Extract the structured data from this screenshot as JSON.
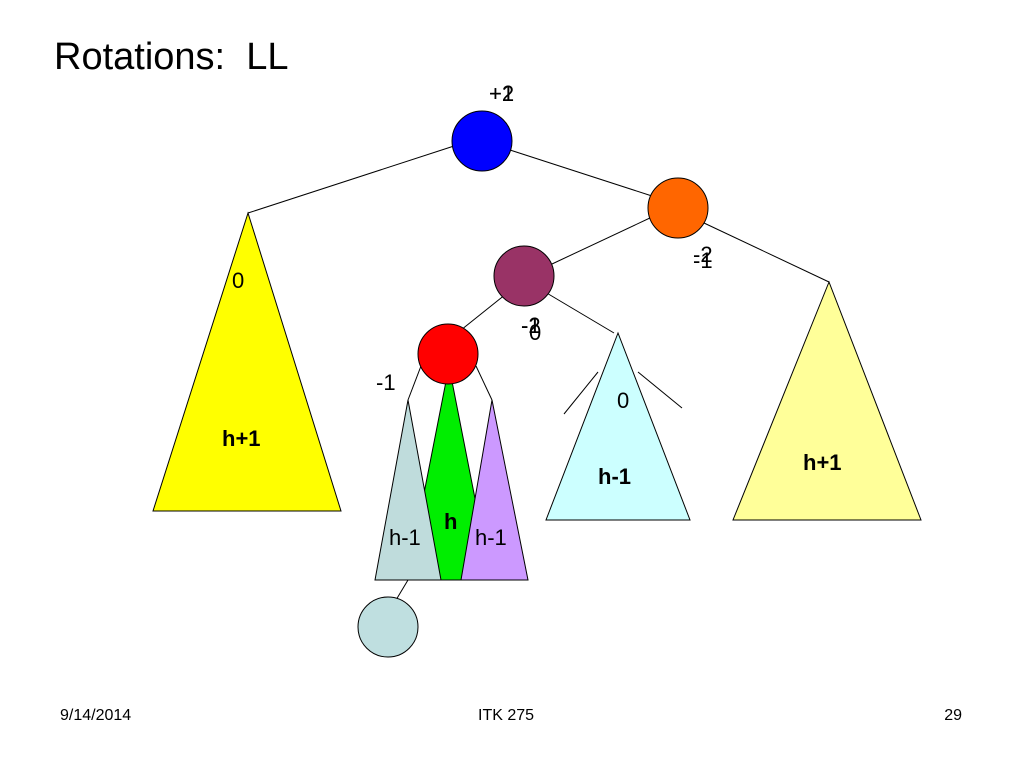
{
  "title": "Rotations:  LL",
  "footer": {
    "date": "9/14/2014",
    "course": "ITK 275",
    "page": "29"
  },
  "balance_labels": {
    "root": [
      "+1",
      "+2"
    ],
    "right_child": [
      "-1",
      "-2"
    ],
    "grandchild": [
      "-1",
      "-2",
      "0"
    ],
    "red_node": "-1",
    "left_subtree": "0",
    "light_cyan_subtree": "0"
  },
  "subtree_labels": {
    "left_subtree": "h+1",
    "right_subtree": "h+1",
    "light_cyan_subtree": "h-1",
    "green_subtree": "h",
    "light_blue_subtree": "h-1",
    "purple_subtree": "h-1"
  },
  "colors": {
    "root": "#0000ff",
    "right_child": "#ff6600",
    "grandchild": "#993366",
    "red_node": "#ff0000",
    "new_node": "#bfdfe0",
    "left_subtree": "#ffff00",
    "right_subtree": "#ffff99",
    "light_cyan_subtree": "#ccffff",
    "green_subtree": "#00ee00",
    "light_blue_subtree": "#bfdcdc",
    "purple_subtree": "#cc99ff"
  }
}
